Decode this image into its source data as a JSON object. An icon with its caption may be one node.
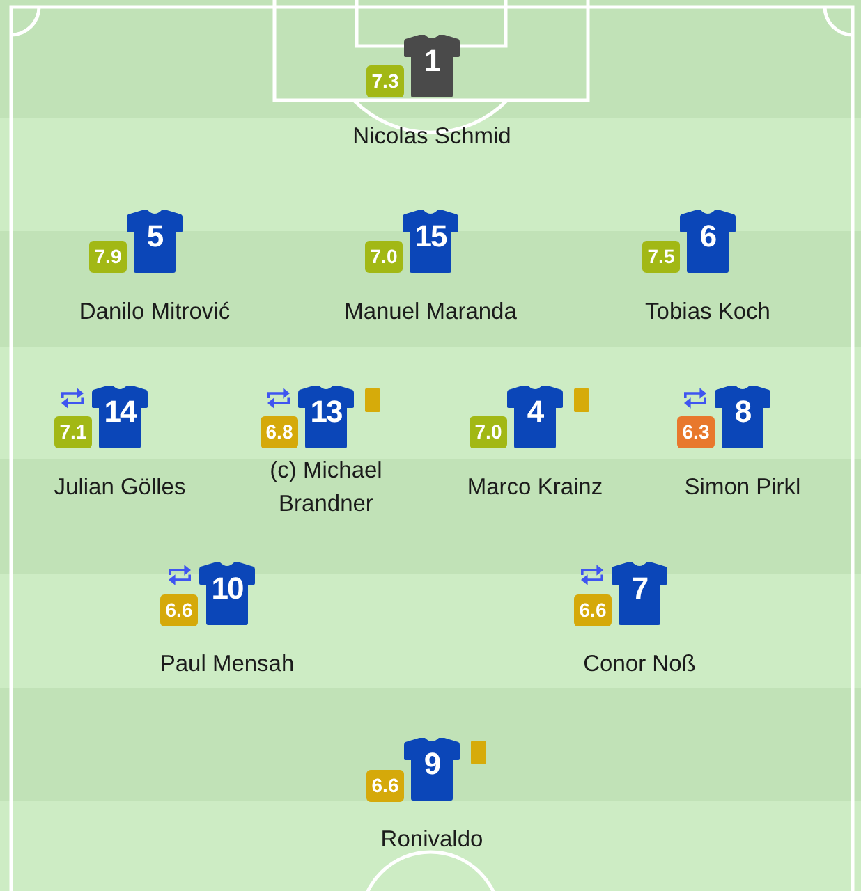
{
  "diagram": {
    "nodes": [
      {
        "text": [
          "1"
        ],
        "beside": [
          "Nicolas Schmid"
        ]
      },
      {
        "text": [
          "7.3"
        ]
      },
      {
        "text": [
          "5"
        ],
        "beside": [
          "Danilo Mitrović"
        ]
      },
      {
        "text": [
          "7.9"
        ]
      },
      {
        "text": [
          "15"
        ],
        "beside": [
          "Manuel Maranda"
        ]
      },
      {
        "text": [
          "7.0"
        ]
      },
      {
        "text": [
          "6"
        ],
        "beside": [
          "Tobias Koch"
        ]
      },
      {
        "text": [
          "7.5"
        ]
      },
      {
        "text": [
          "14"
        ],
        "beside": [
          "Julian Gölles"
        ]
      },
      {
        "text": [
          "7.1"
        ]
      },
      {
        "text": [
          "13"
        ],
        "beside": [
          "(c) Michael Brandner"
        ]
      },
      {
        "text": [
          "6.8"
        ]
      },
      {
        "text": [
          "4"
        ],
        "beside": [
          "Marco Krainz"
        ]
      },
      {
        "text": [
          "7.0"
        ]
      },
      {
        "text": [
          "8"
        ],
        "beside": [
          "Simon Pirkl"
        ]
      },
      {
        "text": [
          "6.3"
        ]
      },
      {
        "text": [
          "10"
        ],
        "beside": [
          "Paul Mensah"
        ]
      },
      {
        "text": [
          "6.6"
        ]
      },
      {
        "text": [
          "7"
        ],
        "beside": [
          "Conor Noß"
        ]
      },
      {
        "text": [
          "6.6"
        ]
      },
      {
        "text": [
          "9"
        ],
        "beside": [
          "Ronivaldo"
        ]
      },
      {
        "text": [
          "6.6"
        ]
      }
    ]
  }
}
